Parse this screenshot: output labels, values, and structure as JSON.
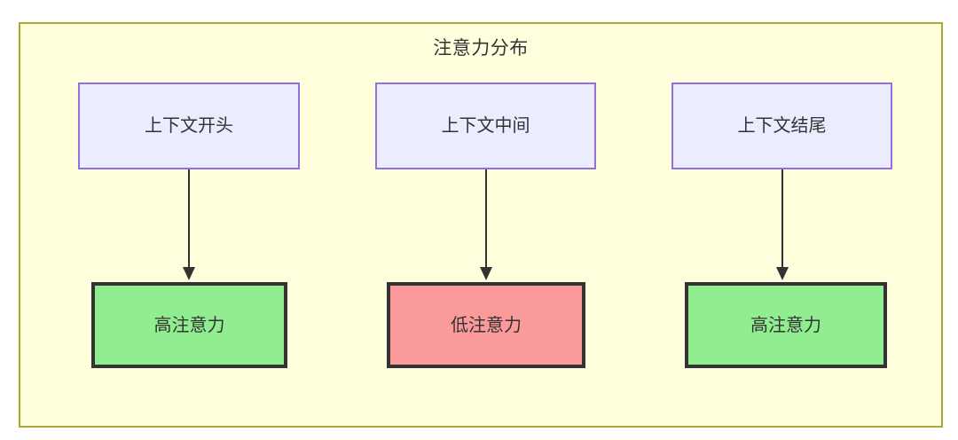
{
  "diagram": {
    "type": "flowchart",
    "orientation": "top-down",
    "subgraph": {
      "title": "注意力分布",
      "fill_color": "#ffffde",
      "border_color": "#aaaa33"
    },
    "colors": {
      "context_node_fill": "#ececff",
      "context_node_border": "#9370db",
      "high_attention_fill": "#90ee90",
      "low_attention_fill": "#fa9a9a",
      "emphasis_border": "#333333",
      "text": "#333333",
      "edge": "#333333"
    },
    "columns": [
      {
        "source": {
          "label": "上下文开头",
          "style": "context"
        },
        "target": {
          "label": "高注意力",
          "style": "high"
        }
      },
      {
        "source": {
          "label": "上下文中间",
          "style": "context"
        },
        "target": {
          "label": "低注意力",
          "style": "low"
        }
      },
      {
        "source": {
          "label": "上下文结尾",
          "style": "context"
        },
        "target": {
          "label": "高注意力",
          "style": "high"
        }
      }
    ],
    "edges": [
      {
        "from": "上下文开头",
        "to": "高注意力",
        "arrow": "filled-triangle"
      },
      {
        "from": "上下文中间",
        "to": "低注意力",
        "arrow": "filled-triangle"
      },
      {
        "from": "上下文结尾",
        "to": "高注意力",
        "arrow": "filled-triangle"
      }
    ]
  }
}
